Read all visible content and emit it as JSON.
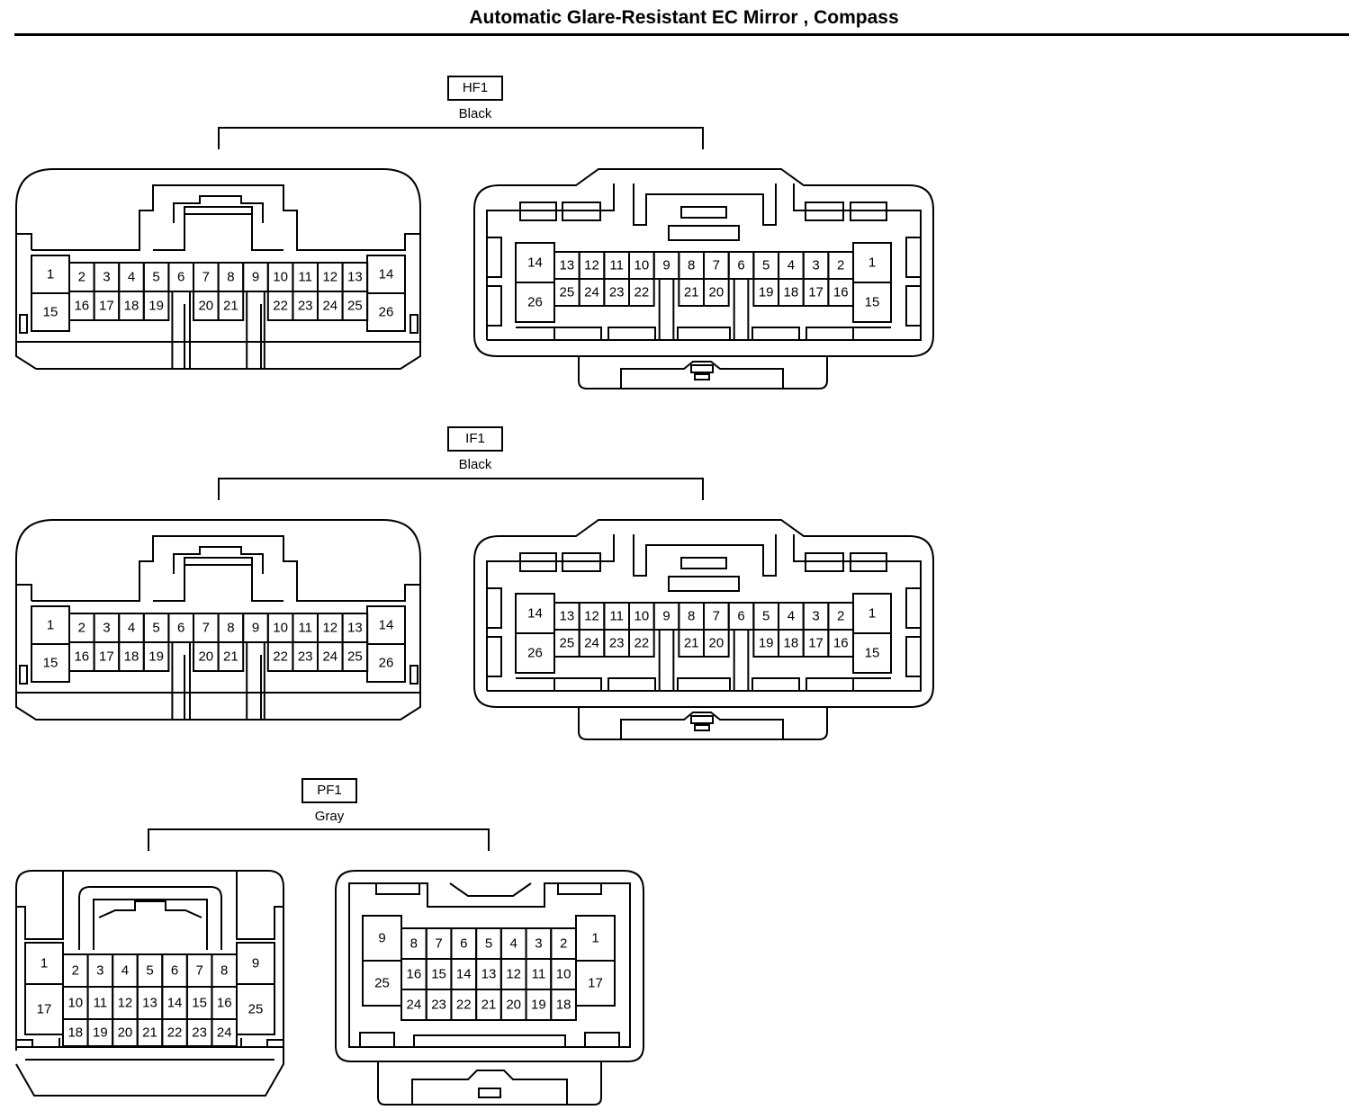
{
  "title": "Automatic Glare-Resistant EC Mirror , Compass",
  "colors": {
    "ink": "#000000",
    "paper": "#ffffff"
  },
  "connectors": [
    {
      "id": "HF1",
      "color": "Black",
      "left_view": {
        "single_left": [
          "1",
          "15"
        ],
        "top_row": [
          "2",
          "3",
          "4",
          "5",
          "6",
          "7",
          "8",
          "9",
          "10",
          "11",
          "12",
          "13"
        ],
        "bottom_row": [
          "16",
          "17",
          "18",
          "19",
          "",
          "20",
          "21",
          "",
          "22",
          "23",
          "24",
          "25"
        ],
        "single_right": [
          "14",
          "26"
        ]
      },
      "right_view": {
        "single_left": [
          "14",
          "26"
        ],
        "top_row": [
          "13",
          "12",
          "11",
          "10",
          "9",
          "8",
          "7",
          "6",
          "5",
          "4",
          "3",
          "2"
        ],
        "bottom_row": [
          "25",
          "24",
          "23",
          "22",
          "",
          "21",
          "20",
          "",
          "19",
          "18",
          "17",
          "16"
        ],
        "single_right": [
          "1",
          "15"
        ]
      }
    },
    {
      "id": "IF1",
      "color": "Black",
      "left_view": {
        "single_left": [
          "1",
          "15"
        ],
        "top_row": [
          "2",
          "3",
          "4",
          "5",
          "6",
          "7",
          "8",
          "9",
          "10",
          "11",
          "12",
          "13"
        ],
        "bottom_row": [
          "16",
          "17",
          "18",
          "19",
          "",
          "20",
          "21",
          "",
          "22",
          "23",
          "24",
          "25"
        ],
        "single_right": [
          "14",
          "26"
        ]
      },
      "right_view": {
        "single_left": [
          "14",
          "26"
        ],
        "top_row": [
          "13",
          "12",
          "11",
          "10",
          "9",
          "8",
          "7",
          "6",
          "5",
          "4",
          "3",
          "2"
        ],
        "bottom_row": [
          "25",
          "24",
          "23",
          "22",
          "",
          "21",
          "20",
          "",
          "19",
          "18",
          "17",
          "16"
        ],
        "single_right": [
          "1",
          "15"
        ]
      }
    },
    {
      "id": "PF1",
      "color": "Gray",
      "left_view": {
        "single_left": [
          "1",
          "17"
        ],
        "row1": [
          "2",
          "3",
          "4",
          "5",
          "6",
          "7",
          "8"
        ],
        "row2": [
          "10",
          "11",
          "12",
          "13",
          "14",
          "15",
          "16"
        ],
        "row3": [
          "18",
          "19",
          "20",
          "21",
          "22",
          "23",
          "24"
        ],
        "single_right": [
          "9",
          "25"
        ]
      },
      "right_view": {
        "single_left": [
          "9",
          "25"
        ],
        "row1": [
          "8",
          "7",
          "6",
          "5",
          "4",
          "3",
          "2"
        ],
        "row2": [
          "16",
          "15",
          "14",
          "13",
          "12",
          "11",
          "10"
        ],
        "row3": [
          "24",
          "23",
          "22",
          "21",
          "20",
          "19",
          "18"
        ],
        "single_right": [
          "1",
          "17"
        ]
      }
    }
  ]
}
